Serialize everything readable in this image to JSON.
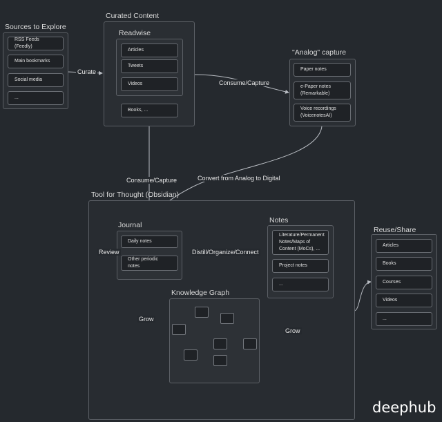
{
  "sources": {
    "title": "Sources to Explore",
    "items": [
      "RSS Feeds (Feedly)",
      "Main bookmarks",
      "Social media",
      "..."
    ]
  },
  "curated": {
    "title": "Curated Content",
    "readwise": {
      "title": "Readwise",
      "items": [
        "Articles",
        "Tweets",
        "Videos"
      ]
    },
    "other": "Books, ..."
  },
  "analog": {
    "title": "\"Analog\" capture",
    "items": [
      "Paper notes",
      "e-Paper notes (Remarkable)",
      "Voice recordings (VoicenotesAI)"
    ]
  },
  "tool": {
    "title": "Tool for Thought (Obsidian)",
    "journal": {
      "title": "Journal",
      "items": [
        "Daily notes",
        "Other periodic notes"
      ]
    },
    "notes": {
      "title": "Notes",
      "items": [
        "Literature/Permanent Notes/Maps of Content (MoCs), ...",
        "Project notes",
        "..."
      ]
    },
    "graph": {
      "title": "Knowledge Graph"
    }
  },
  "reuse": {
    "title": "Reuse/Share",
    "items": [
      "Articles",
      "Books",
      "Courses",
      "Videos",
      "..."
    ]
  },
  "edges": {
    "curate": "Curate",
    "consume_capture_1": "Consume/Capture",
    "consume_capture_2": "Consume/Capture",
    "convert": "Convert from Analog to Digital",
    "review": "Review",
    "distill": "Distill/Organize/Connect",
    "grow_left": "Grow",
    "grow_right": "Grow"
  },
  "watermark": "deephub"
}
